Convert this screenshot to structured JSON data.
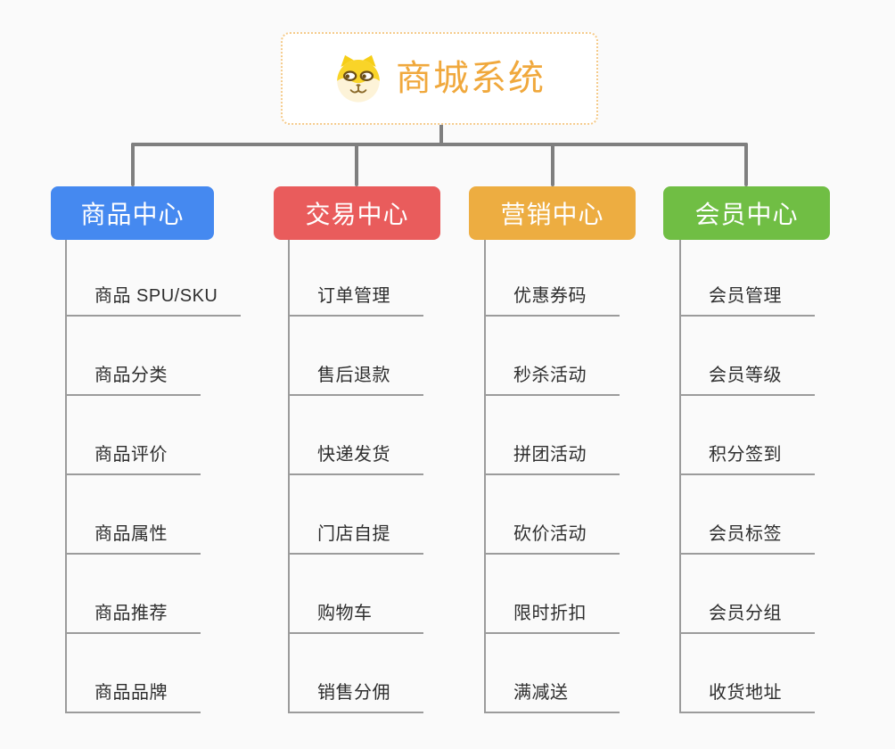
{
  "root": {
    "title": "商城系统",
    "icon": "dog-face-icon"
  },
  "branches": [
    {
      "label": "商品中心",
      "color": "#4589F0",
      "items": [
        "商品 SPU/SKU",
        "商品分类",
        "商品评价",
        "商品属性",
        "商品推荐",
        "商品品牌"
      ]
    },
    {
      "label": "交易中心",
      "color": "#E95C5C",
      "items": [
        "订单管理",
        "售后退款",
        "快递发货",
        "门店自提",
        "购物车",
        "销售分佣"
      ]
    },
    {
      "label": "营销中心",
      "color": "#EDAD41",
      "items": [
        "优惠券码",
        "秒杀活动",
        "拼团活动",
        "砍价活动",
        "限时折扣",
        "满减送"
      ]
    },
    {
      "label": "会员中心",
      "color": "#70BE44",
      "items": [
        "会员管理",
        "会员等级",
        "积分签到",
        "会员标签",
        "会员分组",
        "收货地址"
      ]
    }
  ],
  "colors": {
    "background": "#FAFAFA",
    "root_border": "#F5CB8B",
    "root_text": "#F0A83C",
    "connector": "#7F7F7F",
    "leaf_line": "#9B9B9B",
    "leaf_text": "#2E2E2E"
  }
}
